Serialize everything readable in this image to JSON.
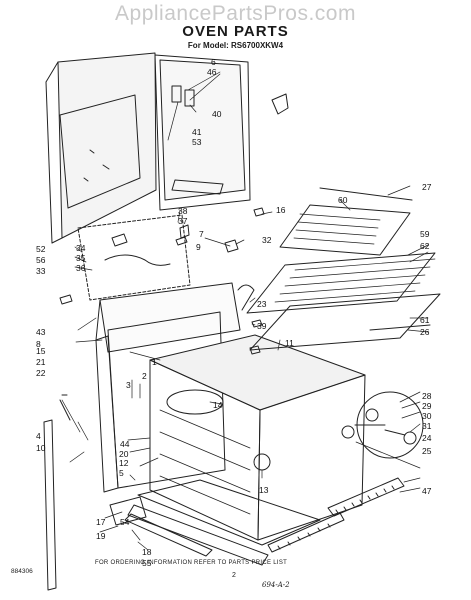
{
  "watermark": "AppliancePartsPros.com",
  "title": "OVEN PARTS",
  "model_line": "For Model: RS6700XKW4",
  "footer_note": "FOR ORDERING INFORMATION REFER TO PARTS PRICE LIST",
  "page_number": "2",
  "handwritten_note": "694-A-2",
  "doc_code": "884306",
  "part_labels": [
    "6",
    "46",
    "40",
    "41",
    "53",
    "38",
    "37",
    "16",
    "7",
    "9",
    "32",
    "34",
    "35",
    "36",
    "52",
    "56",
    "33",
    "43",
    "8",
    "15",
    "21",
    "22",
    "1",
    "2",
    "3",
    "4",
    "10",
    "11",
    "23",
    "39",
    "14",
    "12",
    "5",
    "13",
    "54",
    "17",
    "19",
    "18",
    "55",
    "27",
    "60",
    "59",
    "62",
    "26",
    "61",
    "28",
    "29",
    "30",
    "31",
    "24",
    "25",
    "47",
    "20",
    "44"
  ]
}
